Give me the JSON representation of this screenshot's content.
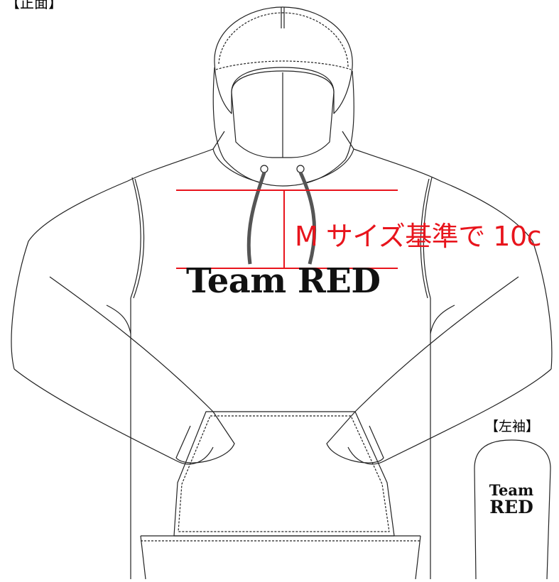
{
  "labels": {
    "front": "【正面】",
    "left_sleeve": "【左袖】"
  },
  "guide": {
    "text": "M サイズ基準で 10c",
    "color": "#e8141c"
  },
  "print": {
    "front_text": "Team RED",
    "sleeve_line1": "Team",
    "sleeve_line2": "RED"
  },
  "colors": {
    "outline": "#222222",
    "guide": "#e8141c",
    "print": "#111111"
  }
}
